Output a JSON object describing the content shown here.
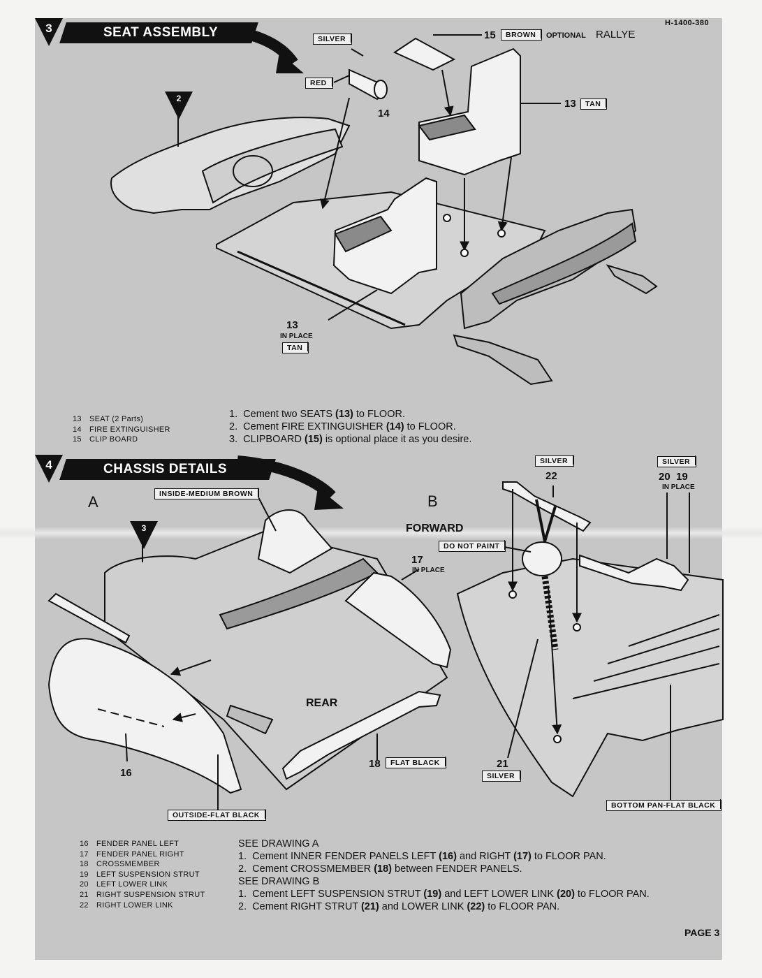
{
  "doc_code": "H-1400-380",
  "page_label": "PAGE 3",
  "section3": {
    "number": "3",
    "title": "SEAT ASSEMBLY",
    "ref_number": "2",
    "callouts": {
      "silver": "SILVER",
      "red": "RED",
      "n14": "14",
      "n15": "15",
      "brown": "BROWN",
      "optional": "OPTIONAL",
      "rallye": "RALLYE",
      "n13_top": "13",
      "tan_top": "TAN",
      "n13_bottom": "13",
      "in_place": "IN PLACE",
      "tan_bottom": "TAN"
    },
    "parts": [
      {
        "num": "13",
        "name": "SEAT (2 Parts)"
      },
      {
        "num": "14",
        "name": "FIRE EXTINGUISHER"
      },
      {
        "num": "15",
        "name": "CLIP BOARD"
      }
    ],
    "steps": [
      {
        "n": "1.",
        "pre": "Cement two SEATS ",
        "ref": "(13)",
        "post": " to FLOOR."
      },
      {
        "n": "2.",
        "pre": "Cement FIRE EXTINGUISHER ",
        "ref": "(14)",
        "post": " to FLOOR."
      },
      {
        "n": "3.",
        "pre": "CLIPBOARD ",
        "ref": "(15)",
        "post": " is optional place it as you desire."
      }
    ]
  },
  "section4": {
    "number": "4",
    "title": "CHASSIS DETAILS",
    "ref_number": "3",
    "callouts": {
      "drawing_a": "A",
      "drawing_b": "B",
      "inside_medium_brown": "INSIDE-MEDIUM BROWN",
      "forward": "FORWARD",
      "do_not_paint": "DO NOT PAINT",
      "silver_22": "SILVER",
      "n22": "22",
      "silver_2019": "SILVER",
      "n2019": "20  19",
      "in_place_2019": "IN PLACE",
      "n17": "17",
      "in_place_17": "IN PLACE",
      "rear": "REAR",
      "n16": "16",
      "n18": "18",
      "flat_black": "FLAT BLACK",
      "n21": "21",
      "silver_21": "SILVER",
      "outside_flat_black": "OUTSIDE-FLAT BLACK",
      "bottom_pan": "BOTTOM PAN-FLAT BLACK"
    },
    "parts": [
      {
        "num": "16",
        "name": "FENDER PANEL LEFT"
      },
      {
        "num": "17",
        "name": "FENDER PANEL RIGHT"
      },
      {
        "num": "18",
        "name": "CROSSMEMBER"
      },
      {
        "num": "19",
        "name": "LEFT SUSPENSION STRUT"
      },
      {
        "num": "20",
        "name": "LEFT LOWER LINK"
      },
      {
        "num": "21",
        "name": "RIGHT SUSPENSION STRUT"
      },
      {
        "num": "22",
        "name": "RIGHT LOWER LINK"
      }
    ],
    "see_a": "SEE DRAWING A",
    "steps_a": [
      {
        "n": "1.",
        "pre": "Cement INNER FENDER PANELS LEFT ",
        "ref": "(16)",
        "mid": " and RIGHT ",
        "ref2": "(17)",
        "post": " to FLOOR PAN."
      },
      {
        "n": "2.",
        "pre": "Cement CROSSMEMBER ",
        "ref": "(18)",
        "mid": " between FENDER PANELS.",
        "ref2": "",
        "post": ""
      }
    ],
    "see_b": "SEE DRAWING B",
    "steps_b": [
      {
        "n": "1.",
        "pre": "Cement LEFT SUSPENSION STRUT ",
        "ref": "(19)",
        "mid": " and LEFT LOWER LINK ",
        "ref2": "(20)",
        "post": " to FLOOR PAN."
      },
      {
        "n": "2.",
        "pre": "Cement RIGHT STRUT ",
        "ref": "(21)",
        "mid": " and LOWER LINK ",
        "ref2": "(22)",
        "post": " to FLOOR PAN."
      }
    ]
  }
}
